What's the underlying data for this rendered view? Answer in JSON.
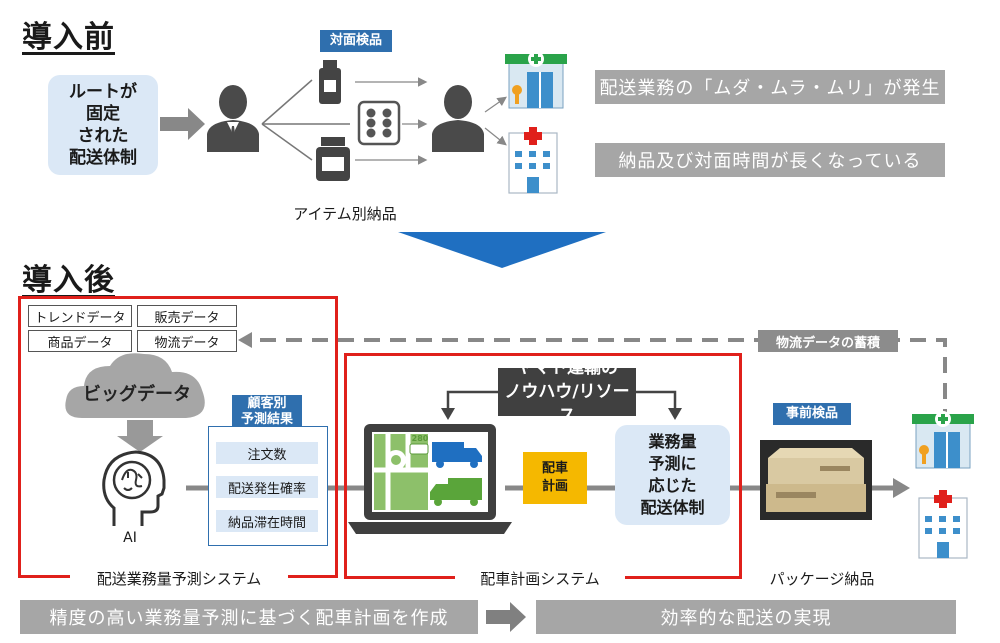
{
  "before": {
    "heading": "導入前",
    "route_box": [
      "ルートが",
      "固定",
      "された",
      "配送体制"
    ],
    "face_to_face_tag": "対面検品",
    "item_delivery_label": "アイテム別納品",
    "issues": [
      "配送業務の「ムダ・ムラ・ムリ」が発生",
      "納品及び対面時間が長くなっている"
    ]
  },
  "after": {
    "heading": "導入後",
    "data_tags": [
      "トレンドデータ",
      "販売データ",
      "商品データ",
      "物流データ"
    ],
    "cloud_label": "ビッグデータ",
    "ai_label": "AI",
    "prediction_tag": [
      "顧客別",
      "予測結果"
    ],
    "prediction_items": [
      "注文数",
      "配送発生確率",
      "納品滞在時間"
    ],
    "system_left_label": "配送業務量予測システム",
    "knowhow_box": [
      "ヤマト運輸の",
      "ノウハウ/リソース"
    ],
    "laptop_badge": "280",
    "dispatch_box": [
      "配車",
      "計画"
    ],
    "volume_box": [
      "業務量",
      "予測に",
      "応じた",
      "配送体制"
    ],
    "system_right_label": "配車計画システム",
    "logistics_accum_label": "物流データの蓄積",
    "pre_inspection_tag": "事前検品",
    "package_label": "パッケージ納品",
    "bottom_left": "精度の高い業務量予測に基づく配車計画を作成",
    "bottom_right": "効率的な配送の実現"
  },
  "colors": {
    "accent_blue": "#2f6fae",
    "light_blue": "#dbe8f6",
    "red_frame": "#e0201b",
    "yellow": "#f5b800",
    "gray_bar": "#8c8c8c",
    "arrow_blue": "#1f6fc1"
  }
}
